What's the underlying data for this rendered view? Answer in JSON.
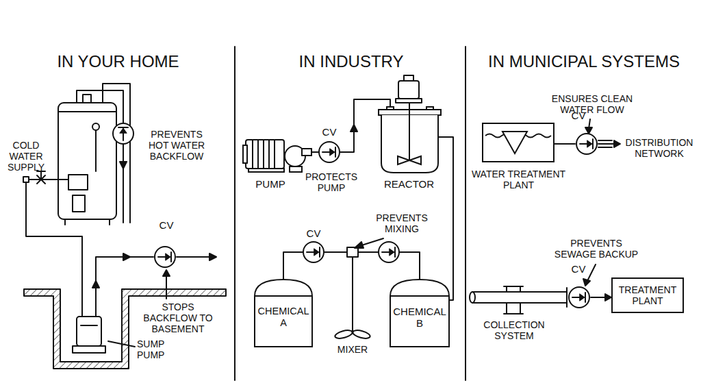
{
  "diagram": {
    "nodes": [
      {
        "text": [
          "PUMP"
        ]
      },
      {
        "text": [
          "REACTOR"
        ]
      },
      {
        "text": [
          "CHEMICAL A"
        ]
      },
      {
        "text": [
          "CHEMICAL B"
        ]
      },
      {
        "text": [
          "WATER TREATMENT PLANT"
        ]
      },
      {
        "text": [
          "TREATMENT PLANT"
        ]
      }
    ],
    "edges": [
      {
        "from": 0,
        "to": 1,
        "arrow": "none"
      },
      {
        "from": 2,
        "to": 3,
        "arrow": "none"
      },
      {
        "from": 3,
        "to": 1,
        "arrow": "none"
      }
    ],
    "labels": [
      "IN YOUR HOME",
      "IN INDUSTRY",
      "IN MUNICIPAL SYSTEMS",
      "COLD WATER SUPPLY",
      "PREVENTS HOT WATER BACKFLOW",
      "CV",
      "STOPS BACKFLOW TO BASEMENT",
      "SUMP PUMP",
      "CV",
      "PROTECTS PUMP",
      "CV",
      "PREVENTS MIXING",
      "MIXER",
      "ENSURES CLEAN WATER FLOW",
      "CV",
      "DISTRIBUTION NETWORK",
      "PREVENTS SEWAGE BACKUP",
      "CV",
      "COLLECTION SYSTEM"
    ]
  }
}
